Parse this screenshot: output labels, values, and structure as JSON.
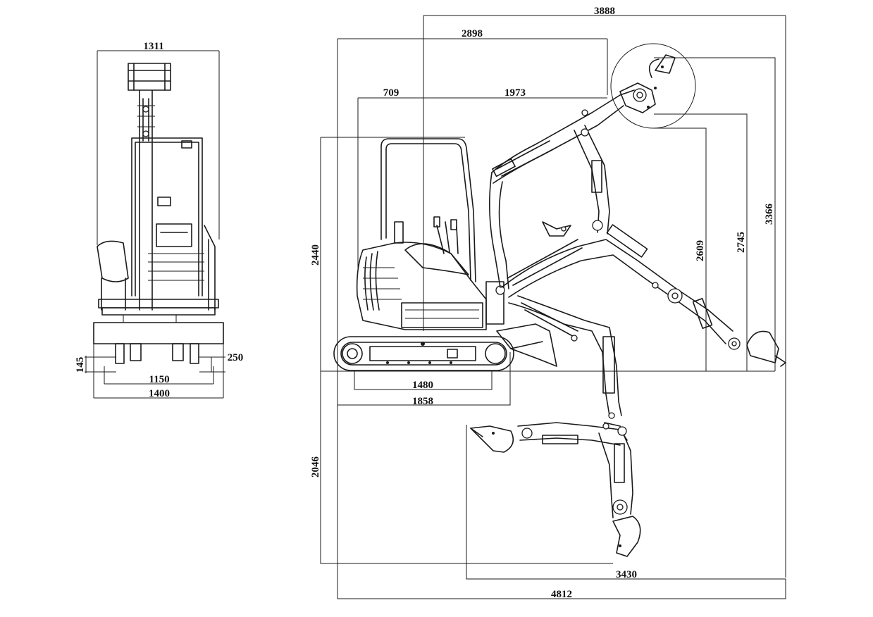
{
  "dimensions": {
    "front_view": {
      "overall_height_width": "1311",
      "track_width": "250",
      "ground_clearance": "145",
      "track_gauge": "1150",
      "overall_width": "1400"
    },
    "side_view": {
      "max_dump_reach": "3888",
      "boom_pivot_reach": "2898",
      "tail_to_pivot": "709",
      "pivot_to_boom": "1973",
      "overall_height": "2440",
      "dump_height": "2609",
      "digging_height_inner": "2745",
      "max_digging_height": "3366",
      "track_contact_length": "1480",
      "track_length": "1858",
      "max_digging_depth": "2046",
      "max_reach_at_ground": "3430",
      "max_digging_reach": "4812"
    }
  }
}
